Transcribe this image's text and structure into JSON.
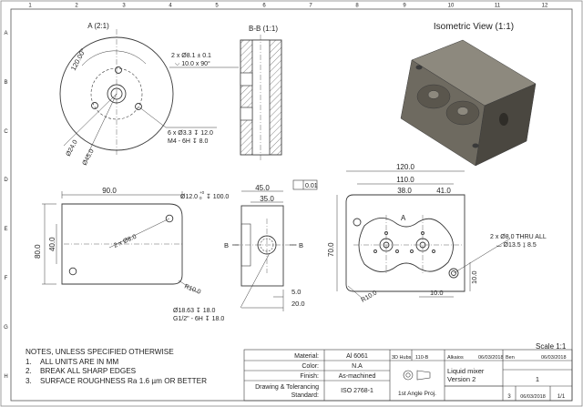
{
  "sheet": {
    "top_ruler": [
      "1",
      "2",
      "3",
      "4",
      "5",
      "6",
      "7",
      "8",
      "9",
      "10",
      "11",
      "12"
    ],
    "side_ruler": [
      "A",
      "B",
      "C",
      "D",
      "E",
      "F",
      "G",
      "H"
    ]
  },
  "views": {
    "detail_a": {
      "title": "A (2:1)",
      "angle": "120.00°",
      "dia_outer": "Ø45.0",
      "dia_inner": "Ø24.0",
      "callout_1": "6 x Ø3.3 ↧ 12.0",
      "callout_2": "M4 - 6H ↧ 8.0"
    },
    "section_bb": {
      "title": "B-B (1:1)",
      "callout_1": "2 x  Ø8.1 ± 0.1",
      "callout_2": "⌵ 10.0 x 90°"
    },
    "isometric": {
      "title": "Isometric View (1:1)"
    },
    "front": {
      "dim_width": "90.0",
      "dim_height": "80.0",
      "dim_inner": "40.0",
      "hole": "2 x Ø8.0",
      "radius": "R10.0"
    },
    "side": {
      "dim_45": "45.0",
      "dim_35": "35.0",
      "flatness": "0.01",
      "bore": "Ø12.0",
      "bore_tol_upper": "+0",
      "bore_tol_lower": "0",
      "bore_depth": "↧ 100.0",
      "section_mark": "B",
      "dim_5": "5.0",
      "dim_20": "20.0",
      "thread_1": "Ø18.63 ↧ 18.0",
      "thread_2": "G1/2\" - 6H ↧ 18.0"
    },
    "top": {
      "dim_120": "120.0",
      "dim_110": "110.0",
      "dim_38": "38.0",
      "dim_41": "41.0",
      "dim_70": "70.0",
      "dim_10a": "10.0",
      "dim_10b": "10.0",
      "radius": "R10.0",
      "mark": "A",
      "callout_1": "2 x Ø8.0 THRU ALL",
      "callout_2": "⌴ Ø13.5 ↧ 8.5"
    }
  },
  "notes": {
    "title": "NOTES, UNLESS SPECIFIED OTHERWISE",
    "items": [
      {
        "num": "1.",
        "text": "ALL UNITS ARE IN MM"
      },
      {
        "num": "2.",
        "text": "BREAK ALL SHARP EDGES"
      },
      {
        "num": "3.",
        "text": "SURFACE ROUGHNESS Ra 1.6 µm OR BETTER"
      }
    ]
  },
  "scale": "Scale 1:1",
  "title_block": {
    "material_label": "Material:",
    "material": "Al 6061",
    "color_label": "Color:",
    "color": "N.A",
    "finish_label": "Finish:",
    "finish": "As-machined",
    "std_label_1": "Drawing & Tolerancing",
    "std_label_2": "Standard:",
    "std": "ISO 2768-1",
    "projection": "1st Angle Proj.",
    "company": "3D Hubs",
    "drawing_no": "110-B",
    "created_by": "Alkaios",
    "created_date": "06/03/2018",
    "approved_by": "Ben",
    "approved_date": "06/03/2018",
    "title": "Liquid mixer",
    "subtitle": "Version 2",
    "dwg_no": "1",
    "rev": "3",
    "date": "06/03/2018",
    "sheet": "1/1"
  },
  "colors": {
    "line": "#3a3a3a",
    "part_dark": "#4a4740",
    "part_mid": "#6e6a60",
    "part_light": "#8d897e"
  }
}
